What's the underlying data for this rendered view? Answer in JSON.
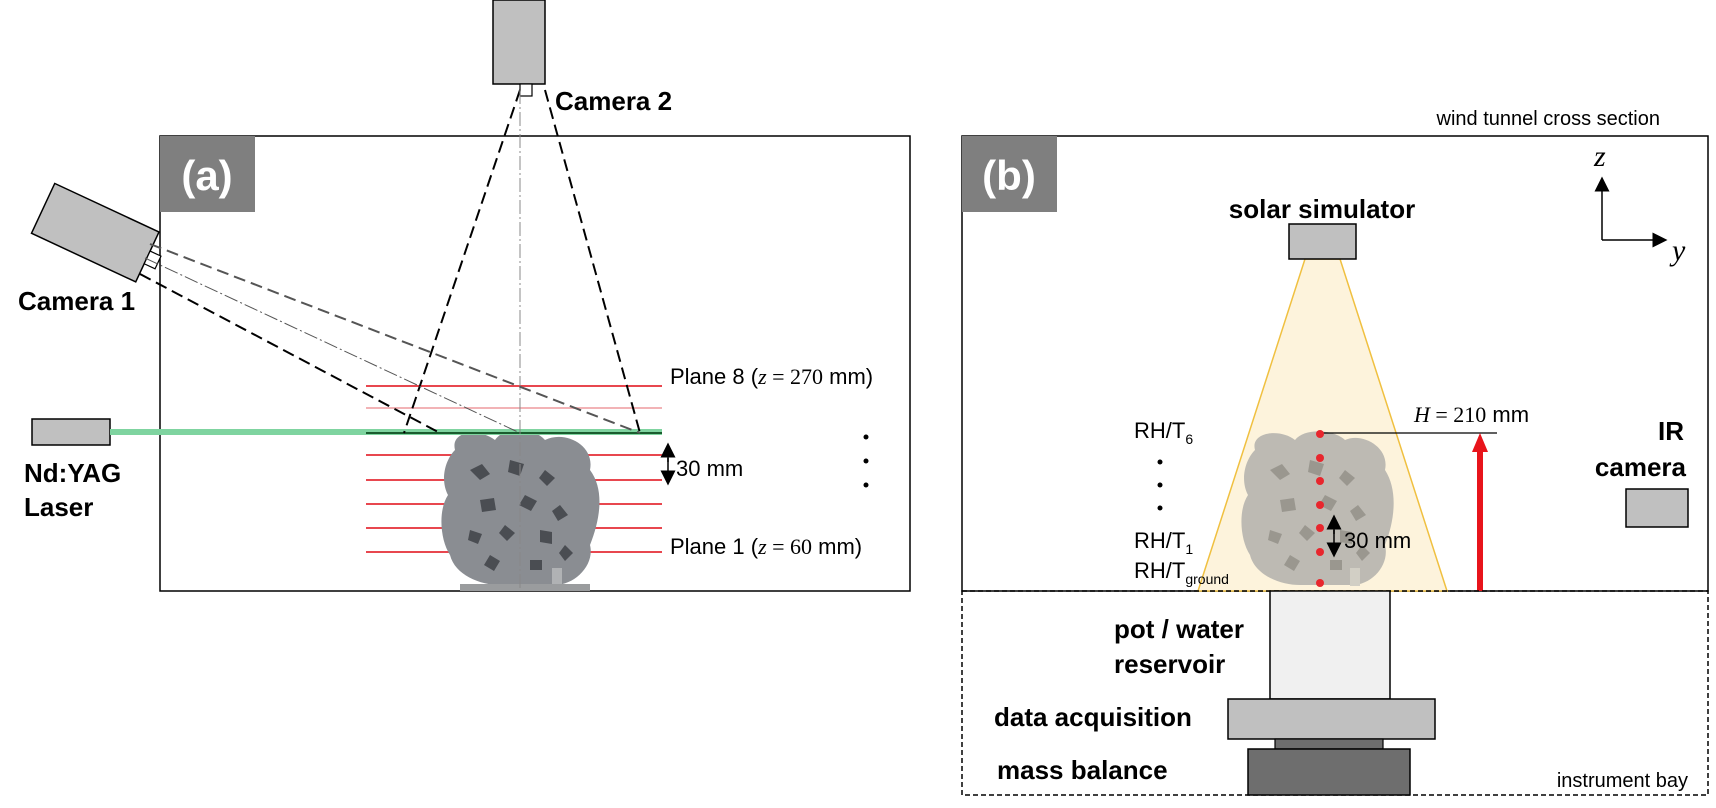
{
  "panel_a": {
    "tag": "(a)",
    "camera2_label": "Camera 2",
    "camera1_label": "Camera 1",
    "laser_label_line1": "Nd:YAG",
    "laser_label_line2": "Laser",
    "plane8": {
      "prefix": "Plane 8 (",
      "var": "z",
      "expr": " = 270",
      "suffix": " mm)"
    },
    "plane1": {
      "prefix": "Plane 1 (",
      "var": "z",
      "expr": " = 60",
      "suffix": " mm)"
    },
    "spacing_label": "30 mm",
    "colors": {
      "laser_sheet": "#7fd4a0",
      "planes": "#e8474f",
      "planes_faint": "#f2b3b6",
      "panel_tag_bg": "#7f7f7f"
    }
  },
  "panel_b": {
    "tag": "(b)",
    "section_label": "wind tunnel cross section",
    "axis_z": "z",
    "axis_y": "y",
    "solar_label": "solar simulator",
    "ir_line1": "IR",
    "ir_line2": "camera",
    "height": {
      "var": "H",
      "expr": " = 210",
      "unit": " mm"
    },
    "rh_top": {
      "base": "RH/T",
      "sub": "6"
    },
    "rh_1": {
      "base": "RH/T",
      "sub": "1"
    },
    "rh_ground": {
      "base": "RH/T",
      "sub": "ground"
    },
    "spacing_label": "30 mm",
    "pot_line1": "pot / water",
    "pot_line2": "reservoir",
    "daq_label": "data acquisition",
    "mass_label": "mass balance",
    "bay_label": "instrument bay",
    "colors": {
      "light_cone": "#fdf3dc",
      "cone_edge": "#f0c040",
      "sensors": "#e8262d",
      "arrow": "#e8141b"
    }
  }
}
